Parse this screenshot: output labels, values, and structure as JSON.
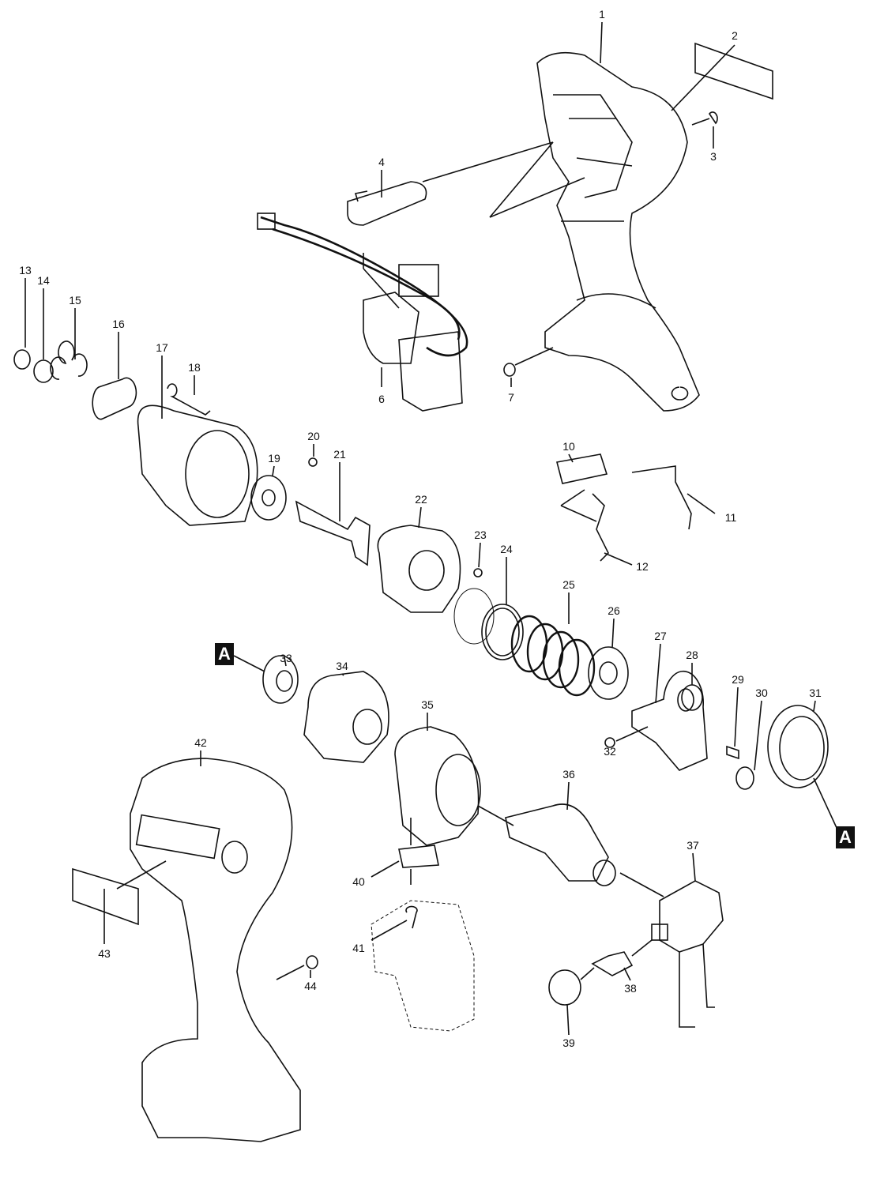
{
  "diagram": {
    "type": "exploded parts diagram",
    "part_numbers": [
      "1",
      "2",
      "3",
      "4",
      "6",
      "7",
      "10",
      "11",
      "12",
      "13",
      "14",
      "15",
      "16",
      "17",
      "18",
      "19",
      "20",
      "21",
      "22",
      "23",
      "24",
      "25",
      "26",
      "27",
      "28",
      "29",
      "30",
      "31",
      "32",
      "33",
      "34",
      "35",
      "36",
      "37",
      "38",
      "39",
      "40",
      "41",
      "42",
      "43",
      "44"
    ],
    "reference_markers": [
      "A",
      "A"
    ],
    "colors": {
      "line": "#111111",
      "background": "#ffffff"
    }
  }
}
